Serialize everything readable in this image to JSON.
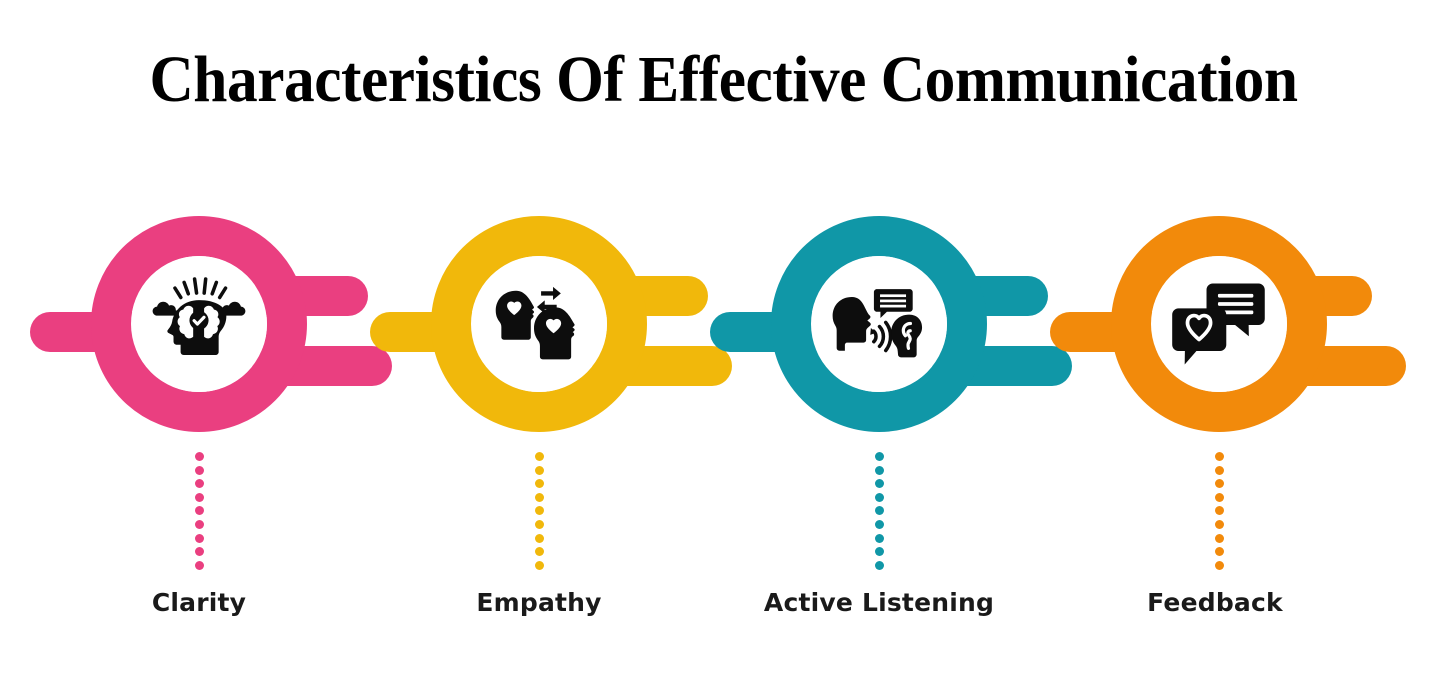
{
  "header": {
    "title": "Characteristics Of Effective Communication"
  },
  "palette": {
    "background": "#ffffff",
    "title_color": "#000000",
    "label_color": "#1a1a1a",
    "icon_color": "#0d0d0d"
  },
  "steps": [
    {
      "index": 1,
      "label": "Clarity",
      "color": "#EA3F80",
      "color_name": "pink",
      "icon": "head-with-brain-check-icon",
      "icon_description": "Side profile head with brain, checkmark badge, radiating rays and clouds"
    },
    {
      "index": 2,
      "label": "Empathy",
      "color": "#F1B80B",
      "color_name": "yellow",
      "icon": "two-heads-hearts-exchange-icon",
      "icon_description": "Two facing head silhouettes each containing a heart, with a two-way arrow between them"
    },
    {
      "index": 3,
      "label": "Active Listening",
      "color": "#1097A7",
      "color_name": "teal",
      "icon": "speaking-head-ear-icon",
      "icon_description": "Speaking head profile with speech bubble, sound waves and a listening ear"
    },
    {
      "index": 4,
      "label": "Feedback",
      "color": "#F28A0B",
      "color_name": "orange",
      "icon": "two-chat-bubbles-heart-icon",
      "icon_description": "Two overlapping chat bubbles, one with text lines and one with a heart"
    }
  ],
  "connectors": {
    "style": "rounded-bar-chain",
    "stem_style": "dotted-vertical",
    "stem_dot_count": 9
  }
}
